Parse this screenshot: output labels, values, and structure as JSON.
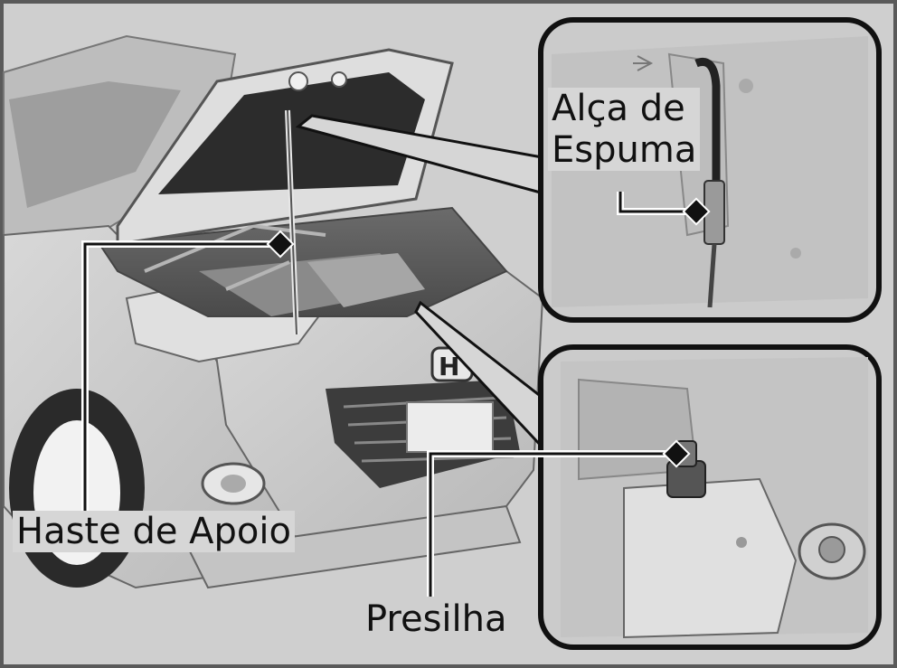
{
  "labels": {
    "foam_handle_line1": "Alça de",
    "foam_handle_line2": "Espuma",
    "support_rod": "Haste de Apoio",
    "clip": "Presilha"
  },
  "colors": {
    "frame": "#5a5a5a",
    "panel_bg": "#c9c9c9",
    "outline": "#111111",
    "label_bg": "#d6d6d6"
  }
}
